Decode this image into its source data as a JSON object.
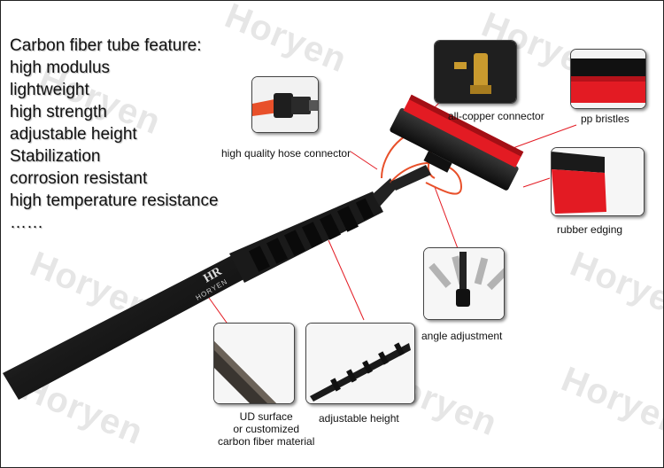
{
  "colors": {
    "accent": "#e31b23",
    "carbon": "#1c1c1c",
    "hose": "#e8502a",
    "brass": "#c99a2e"
  },
  "watermark": "Horyen",
  "features": {
    "heading": "Carbon fiber tube feature:",
    "items": [
      "high modulus",
      "lightweight",
      "high strength",
      "adjustable height",
      "Stabilization",
      "corrosion resistant",
      "high temperature resistance",
      "……"
    ]
  },
  "brand_logo": "HORYEN",
  "callouts": {
    "hose_connector": "high quality hose connector",
    "copper_connector": "all-copper connector",
    "bristles": "pp bristles",
    "rubber_edging": "rubber edging",
    "angle_adjustment": "angle adjustment",
    "adjustable_height": "adjustable height",
    "ud_surface": [
      "UD surface",
      "or customized",
      "carbon fiber material"
    ]
  }
}
